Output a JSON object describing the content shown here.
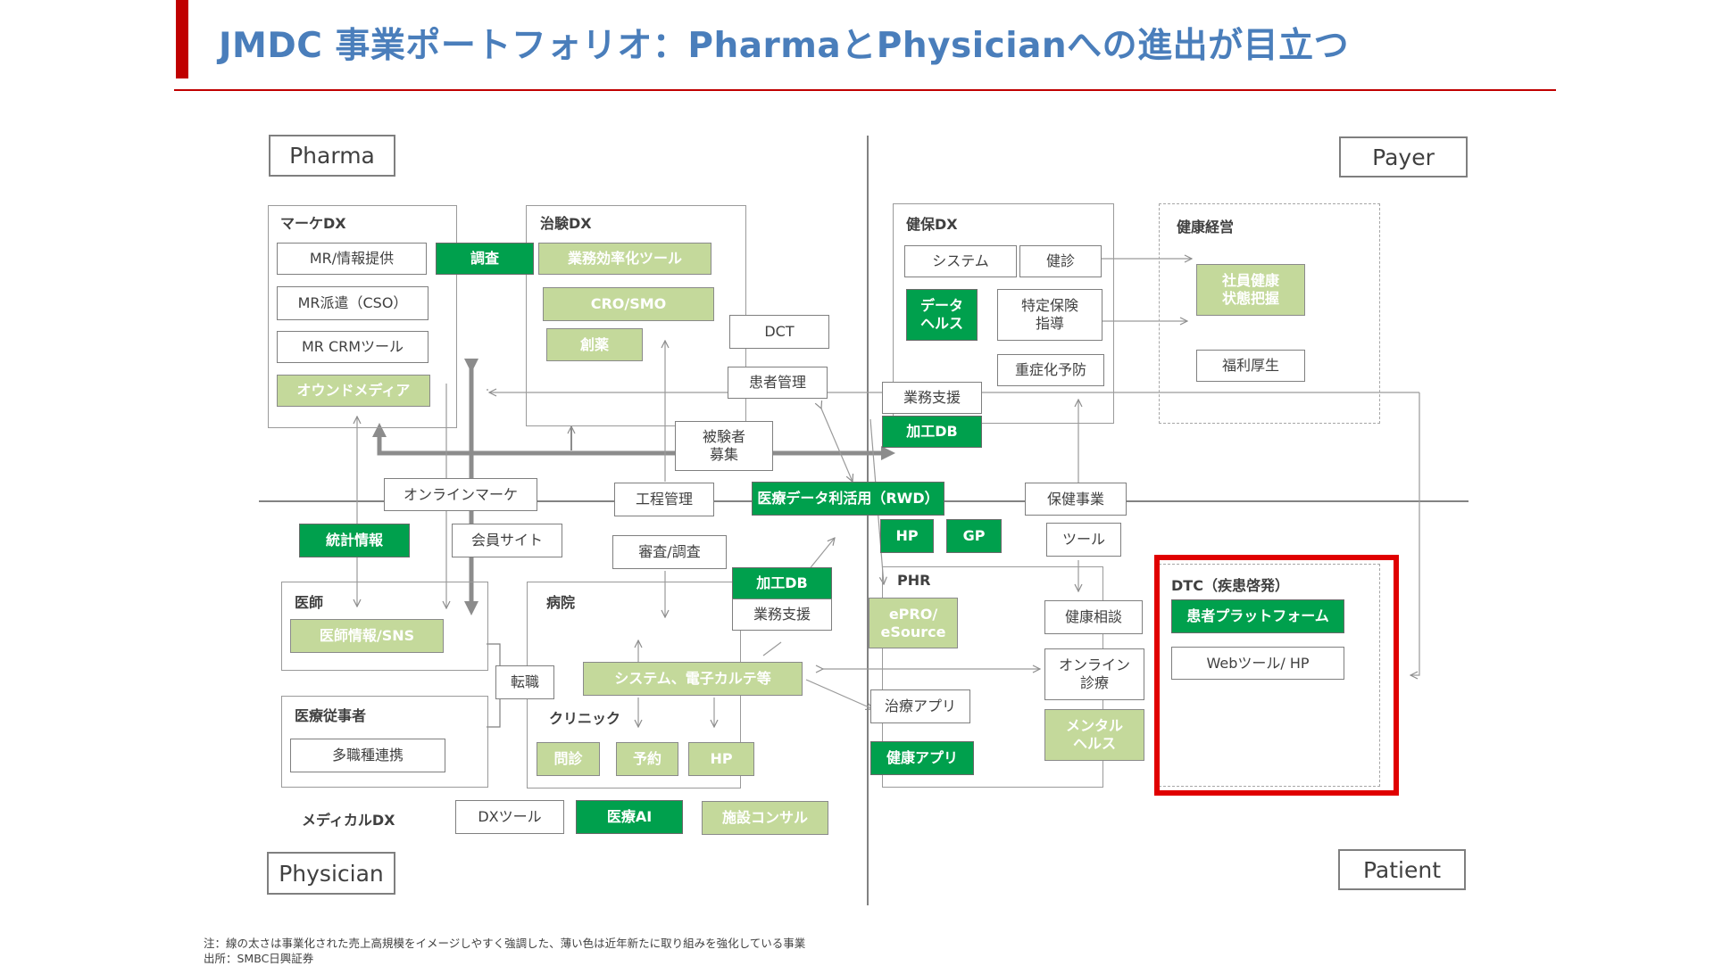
{
  "title": "JMDC 事業ポートフォリオ：PharmaとPhysicianへの進出が目立つ",
  "quadrants": {
    "pharma": "Pharma",
    "payer": "Payer",
    "physician": "Physician",
    "patient": "Patient"
  },
  "groups": {
    "marketing_dx": "マーケDX",
    "clinical_dx": "治験DX",
    "hp_insurance_dx": "健保DX",
    "health_management": "健康経営",
    "doctor": "医師",
    "hospital": "病院",
    "clinic": "クリニック",
    "medical_staff": "医療従事者",
    "phr": "PHR",
    "dtc": "DTC（疾患啓発）",
    "medical_dx": "メディカルDX"
  },
  "boxes": {
    "mr_info": "MR/情報提供",
    "survey": "調査",
    "business_tool": "業務効率化ツール",
    "mr_dispatch": "MR派遣（CSO）",
    "cro_smo": "CRO/SMO",
    "mr_crm": "MR CRMツール",
    "drug_discovery": "創薬",
    "owned_media": "オウンドメディア",
    "dct": "DCT",
    "patient_mgmt": "患者管理",
    "subject_recruit_1": "被験者",
    "subject_recruit_2": "募集",
    "system": "システム",
    "checkup": "健診",
    "data_health_1": "データ",
    "data_health_2": "ヘルス",
    "specific_guidance_1": "特定保険",
    "specific_guidance_2": "指導",
    "severity_prevention": "重症化予防",
    "biz_support_top": "業務支援",
    "processed_db_top": "加工DB",
    "employee_health_1": "社員健康",
    "employee_health_2": "状態把握",
    "welfare": "福利厚生",
    "online_marketing": "オンラインマーケ",
    "process_mgmt": "工程管理",
    "rwd": "医療データ利活用（RWD）",
    "health_business": "保健事業",
    "statistics": "統計情報",
    "member_site": "会員サイト",
    "review_survey": "審査/調査",
    "hp": "HP",
    "gp": "GP",
    "tool": "ツール",
    "processed_db_mid": "加工DB",
    "biz_support_mid": "業務支援",
    "doctor_info": "医師情報/SNS",
    "transfer": "転職",
    "ehr_system": "システム、電子カルテ等",
    "epro_1": "ePRO/",
    "epro_2": "eSource",
    "health_consult": "健康相談",
    "online_care_1": "オンライン",
    "online_care_2": "診療",
    "treatment_app": "治療アプリ",
    "mental_1": "メンタル",
    "mental_2": "ヘルス",
    "multi_job": "多職種連携",
    "interview": "問診",
    "reservation": "予約",
    "clinic_hp": "HP",
    "health_app": "健康アプリ",
    "patient_platform": "患者プラットフォーム",
    "web_tool": "Webツール/ HP",
    "dx_tool": "DXツール",
    "medical_ai": "医療AI",
    "facility_consult": "施設コンサル"
  },
  "notes": {
    "note": "注：線の太さは事業化された売上高規模をイメージしやすく強調した、薄い色は近年新たに取り組みを強化している事業",
    "source": "出所：SMBC日興証券"
  },
  "colors": {
    "accent_title": "#4a7ebb",
    "title_rule": "#c00000",
    "dark_green": "#00a04d",
    "light_green": "#c4d99b",
    "highlight": "#e00000"
  }
}
